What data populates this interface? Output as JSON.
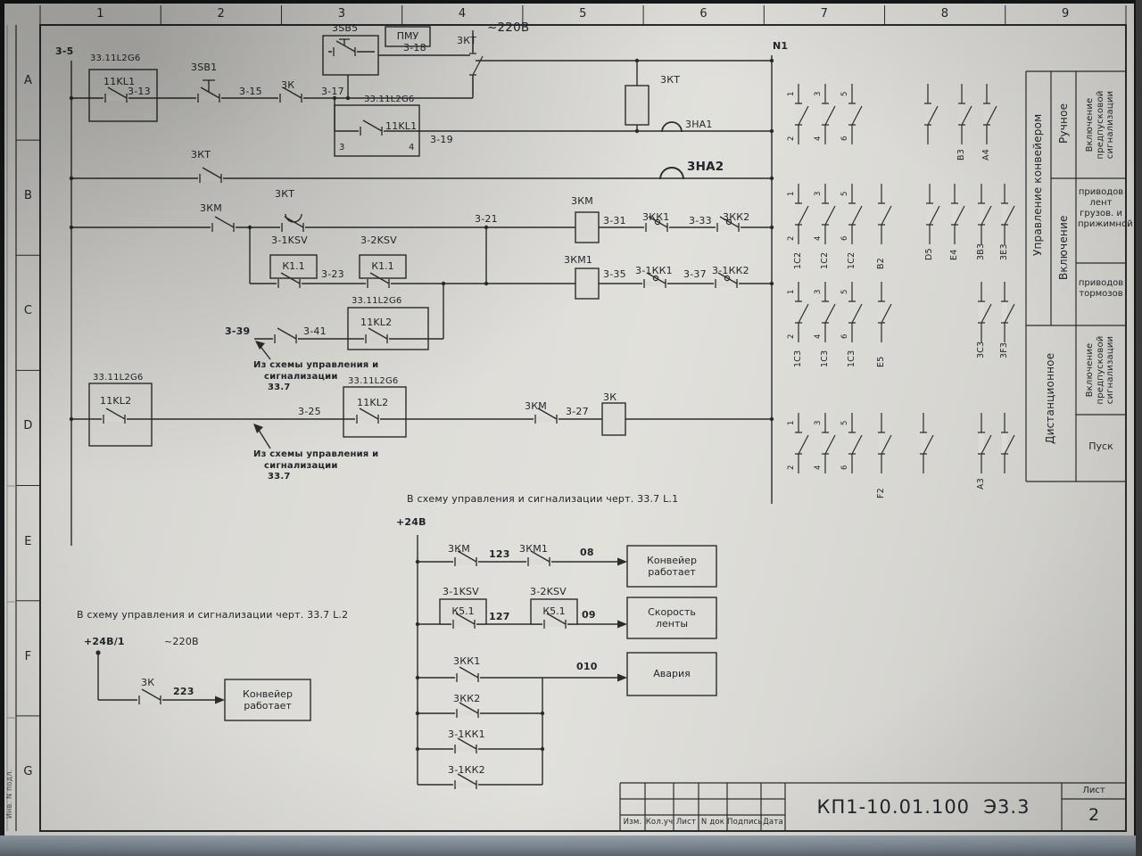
{
  "ruler": {
    "columns": [
      "1",
      "2",
      "3",
      "4",
      "5",
      "6",
      "7",
      "8",
      "9"
    ],
    "rows": [
      "A",
      "B",
      "C",
      "D",
      "E",
      "F",
      "G"
    ]
  },
  "margin": {
    "stamp_vertical": "Инв. N подл."
  },
  "schematic": {
    "w35": "3-5",
    "box1_title": "33.11L2G6",
    "box1_relay": "11KL1",
    "w313": "3-13",
    "sb1": "3SB1",
    "w315": "3-15",
    "k3": "3К",
    "w317": "3-17",
    "sb5": "3SB5",
    "pmu": "ПМУ",
    "v220": "~220В",
    "kt_top": "3КТ",
    "w318": "3-18",
    "box2_title": "33.11L2G6",
    "box2_relay": "11KL1",
    "box2_pin3": "3",
    "box2_pin4": "4",
    "w319": "3-19",
    "n1": "N1",
    "kt_coil": "3КТ",
    "ha1": "3НА1",
    "ha2": "3НА2",
    "kt2": "3КТ",
    "km_contact": "3КМ",
    "kt_timer": "3КТ",
    "w321": "3-21",
    "km_coil": "3КМ",
    "w331": "3-31",
    "kk1": "3КК1",
    "w333": "3-33",
    "kk2": "3КК2",
    "km1_coil": "3КМ1",
    "w335": "3-35",
    "kk1b": "3-1КК1",
    "w337": "3-37",
    "kk2b": "3-1КК2",
    "ksv1": "3-1KSV",
    "k11a": "К1.1",
    "w323": "3-23",
    "ksv2": "3-2KSV",
    "k11b": "К1.1",
    "box3_title": "33.11L2G6",
    "box3_relay": "11KL2",
    "w339": "3-39",
    "w341": "3-41",
    "note_from1_l1": "Из схемы управления и",
    "note_from1_l2": "сигнализации",
    "note_from1_l3": "33.7",
    "box4_title": "33.11L2G6",
    "box4_relay": "11KL2",
    "w325": "3-25",
    "box5_title": "33.11L2G6",
    "box5_relay": "11KL2",
    "note_from2_l1": "Из схемы управления и",
    "note_from2_l2": "сигнализации",
    "note_from2_l3": "33.7",
    "km2": "3КМ",
    "w327": "3-27",
    "k_coil": "3К",
    "note_to1": "В схему управления и сигнализации черт. 33.7  L.1",
    "note_to2": "В схему управления и сигнализации черт. 33.7  L.2",
    "plus24": "+24В",
    "km3": "3КМ",
    "n123": "123",
    "km1b": "3КМ1",
    "n08": "08",
    "out_conveyor": "Конвейер работает",
    "ksv1b": "3-1KSV",
    "k51a": "К5.1",
    "n127": "127",
    "ksv2b": "3-2KSV",
    "k51b": "К5.1",
    "n09": "09",
    "out_speed": "Скорость ленты",
    "kk1c": "3КК1",
    "n010": "010",
    "out_alarm": "Авария",
    "kk2c": "3КК2",
    "kk1d": "3-1КК1",
    "kk2d": "3-1КК2",
    "plus241": "+24В/1",
    "v220b": "~220В",
    "k3b": "3К",
    "n223": "223",
    "out_conveyor2": "Конвейер работает"
  },
  "matrix": {
    "pins": [
      "1",
      "2",
      "3",
      "4",
      "5",
      "6"
    ],
    "band_a_right": [
      "В3",
      "А4"
    ],
    "band_b_bottom": [
      "1С2",
      "1С2",
      "1С2",
      "В2"
    ],
    "band_b_right": [
      "D5",
      "E4",
      "3В3",
      "3Е3"
    ],
    "band_c_bottom": [
      "1С3",
      "1С3",
      "1С3",
      "Е5"
    ],
    "band_c_right": [
      "3С3",
      "3F3"
    ],
    "band_d_bottom": [
      "F2"
    ],
    "band_d_right": [
      "А3"
    ]
  },
  "side_table": {
    "group": "Управление конвейером",
    "manual": "Ручное",
    "on": "Включение",
    "remote": "Дистанционное",
    "cell_presignal_top": "Включение предпусковой сигнализации",
    "cell_drives": "приводов лент грузов. и прижимной",
    "cell_brakes": "приводов тормозов",
    "cell_presignal_bottom": "Включение предпусковой сигнализации",
    "cell_start": "Пуск"
  },
  "title_block": {
    "headers": [
      "Изм.",
      "Кол.уч",
      "Лист",
      "N док",
      "Подпись",
      "Дата"
    ],
    "doc_code": "КП1-10.01.100  Э3.3",
    "sheet_label": "Лист",
    "sheet_number": "2"
  }
}
